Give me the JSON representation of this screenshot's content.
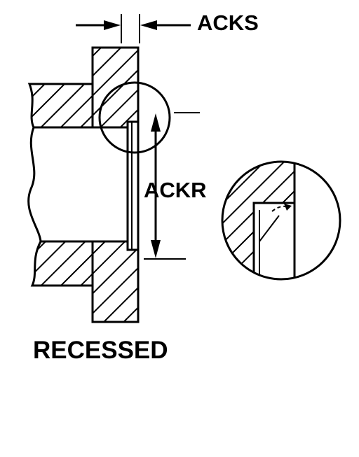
{
  "labels": {
    "acks": "ACKS",
    "ackr": "ACKR",
    "caption": "RECESSED"
  },
  "colors": {
    "ink": "#000000",
    "paper": "#ffffff"
  }
}
